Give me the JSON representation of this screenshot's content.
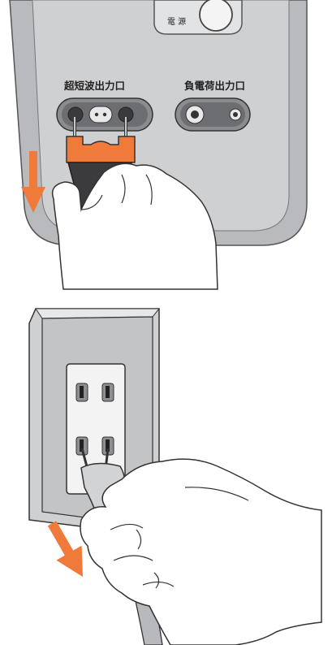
{
  "device": {
    "power_label": "電 源",
    "port_left_label": "超短波出力口",
    "port_right_label": "負電荷出力口"
  },
  "colors": {
    "panel": "#bfc0c2",
    "panel_dark": "#a6a7aa",
    "plug_orange": "#f07a3a",
    "arrow_orange": "#f07a3a",
    "wall_plate": "#d7d8da",
    "outline": "#333333",
    "skin": "#ffffff"
  }
}
